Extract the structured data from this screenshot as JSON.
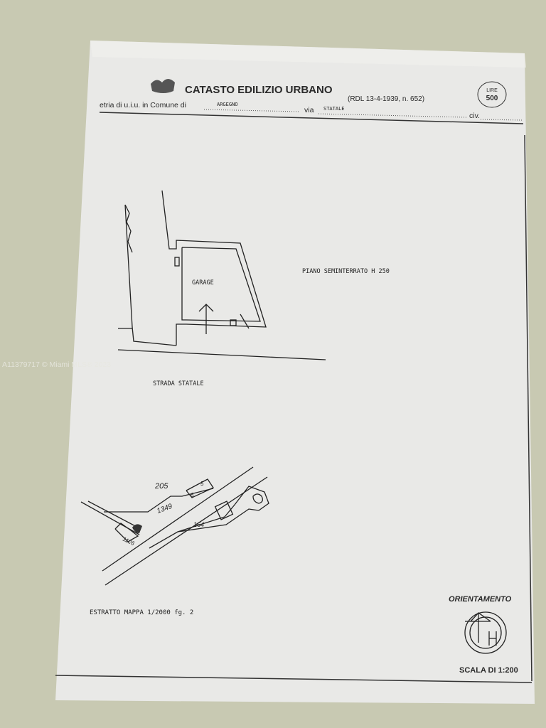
{
  "header": {
    "title": "CATASTO EDILIZIO URBANO",
    "law_reference": "(RDL 13-4-1939, n. 652)",
    "stamp_label": "LIRE",
    "stamp_value": "500",
    "comune_prefix": "etria di u.i.u. in Comune di",
    "comune_value": "ARGEGNO",
    "via_label": "via",
    "via_value": "STATALE",
    "civ_label": "civ."
  },
  "floor_plan": {
    "room_label": "GARAGE",
    "level_label": "PIANO SEMINTERRATO H 250",
    "street_label": "STRADA STATALE"
  },
  "map_extract": {
    "parcels": [
      "205",
      "1349",
      "164",
      "1126",
      "6",
      "5"
    ],
    "caption": "ESTRATTO MAPPA 1/2000 fg. 2"
  },
  "orientation": {
    "label": "ORIENTAMENTO",
    "scale": "SCALA DI 1:200"
  },
  "watermark": "A11379717 © Miami MLS® 2023"
}
